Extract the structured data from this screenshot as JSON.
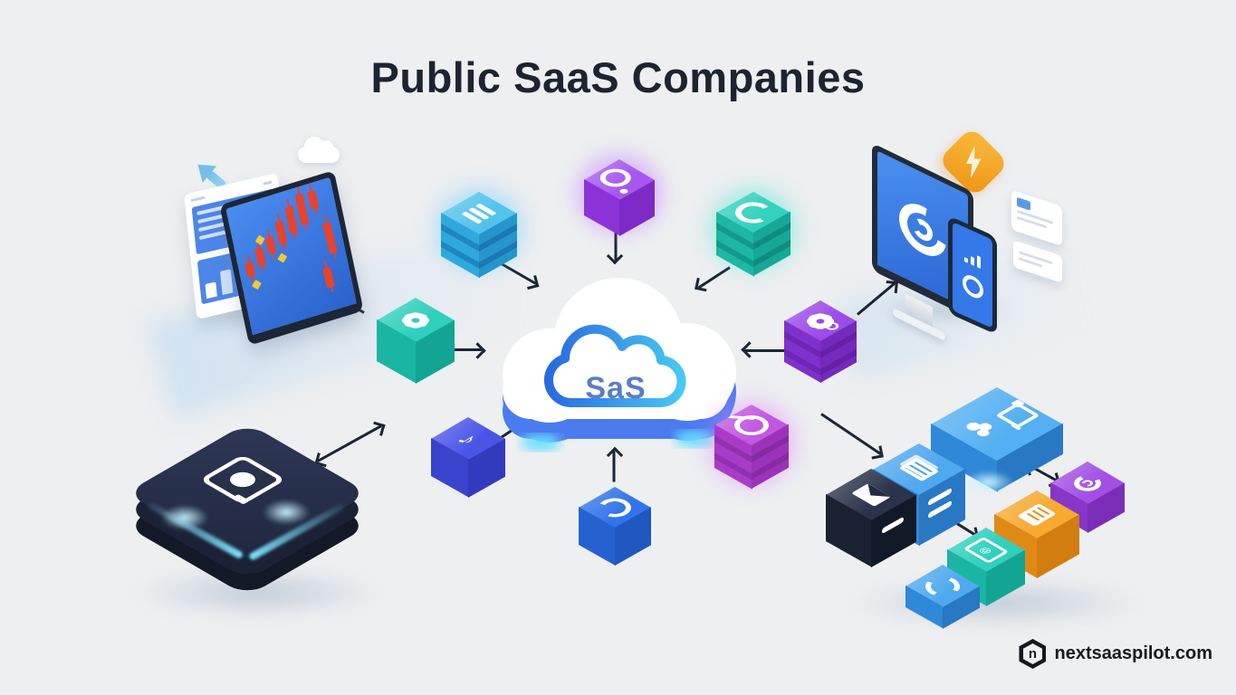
{
  "title": "Public SaaS Companies",
  "center": {
    "name": "saas-cloud-platform",
    "label": "SaS"
  },
  "watermark": {
    "brand": "nextsaaspilot.com",
    "logo_letter": "n"
  },
  "icons": {
    "music_note": "♪",
    "at_sign": "@",
    "stack_icon": "three-bars-stack",
    "orbit_icon": "ring-with-dot",
    "c_ring_icon": "open-c-ring",
    "pinwheel_icon": "pinwheel-flower",
    "petal_dot_icon": "pinwheel-with-satellite-ring",
    "refresh_ring_icon": "refresh-ring-dot",
    "slash_ring_icon": "ring-with-slash",
    "sync_icon": "double-arc-sync",
    "swirl_icon": "segmented-swirl",
    "envelope_icon": "envelope",
    "documents_icon": "document-sheets",
    "page_icon": "lined-page",
    "tablet_icon": "tablet-at-sign",
    "blob_icon": "blob-cluster",
    "window_icon": "window-with-squares",
    "lightning_icon": "lightning-bolt",
    "ledger_logo": "square-outline-with-ellipse",
    "swirl_screen_icon": "circular-swirl",
    "cursor_icon": "light-blue-pointer",
    "cloud_icon": "small-white-cloud"
  },
  "palette": {
    "background": "#edeff1",
    "title_color": "#1d2330",
    "arrow_color": "#1c2534",
    "cloud_base_blue": "#4a7cf0",
    "cloud_logo_text": "#5b7dc4",
    "light_blue": "#53c3ee",
    "purple": "#a757f0",
    "teal": "#2fd0bc",
    "indigo": "#4a55e8",
    "blue": "#3174ea",
    "magenta": "#c257e2",
    "violet": "#9c4ce8",
    "dark_navy": "#232b40",
    "sky_blue": "#4fa9ee",
    "orange": "#f7a930",
    "glow_cyan": "#7ae4ff"
  },
  "nodes": [
    {
      "name": "database-stack-lightblue",
      "icon": "stack_icon",
      "color": "#53c3ee"
    },
    {
      "name": "app-cube-purple",
      "icon": "orbit_icon",
      "color": "#a757f0"
    },
    {
      "name": "database-stack-teal",
      "icon": "c_ring_icon",
      "color": "#32d2be"
    },
    {
      "name": "app-cube-teal",
      "icon": "pinwheel_icon",
      "color": "#2fd0bc"
    },
    {
      "name": "database-stack-violet",
      "icon": "petal_dot_icon",
      "color": "#9c4ce8"
    },
    {
      "name": "app-cube-indigo",
      "icon": "music_note",
      "color": "#4a55e8"
    },
    {
      "name": "app-cube-blue",
      "icon": "refresh_ring_icon",
      "color": "#3174ea"
    },
    {
      "name": "database-stack-magenta",
      "icon": "slash_ring_icon",
      "color": "#c257e2"
    }
  ],
  "scenes": {
    "stock_analytics": {
      "name": "stock-analytics-scene",
      "parts": [
        "cursor-pointer",
        "small-cloud",
        "browser-window",
        "candlestick-monitor",
        "floating-candles"
      ]
    },
    "devices": {
      "name": "devices-scene",
      "parts": [
        "desktop-monitor-swirl",
        "smartphone",
        "lightning-badge",
        "notification-card",
        "notification-card"
      ]
    },
    "dark_platform": {
      "name": "dark-ledger-platform",
      "icon": "ledger_logo"
    },
    "app_grid": {
      "name": "app-grid-cluster",
      "tiles": [
        "mail-box-navy",
        "documents-box-blue",
        "apps-platform-skyblue",
        "swirl-tile-purple",
        "page-box-orange",
        "tablet-box-teal",
        "sync-tile-blue"
      ]
    }
  }
}
